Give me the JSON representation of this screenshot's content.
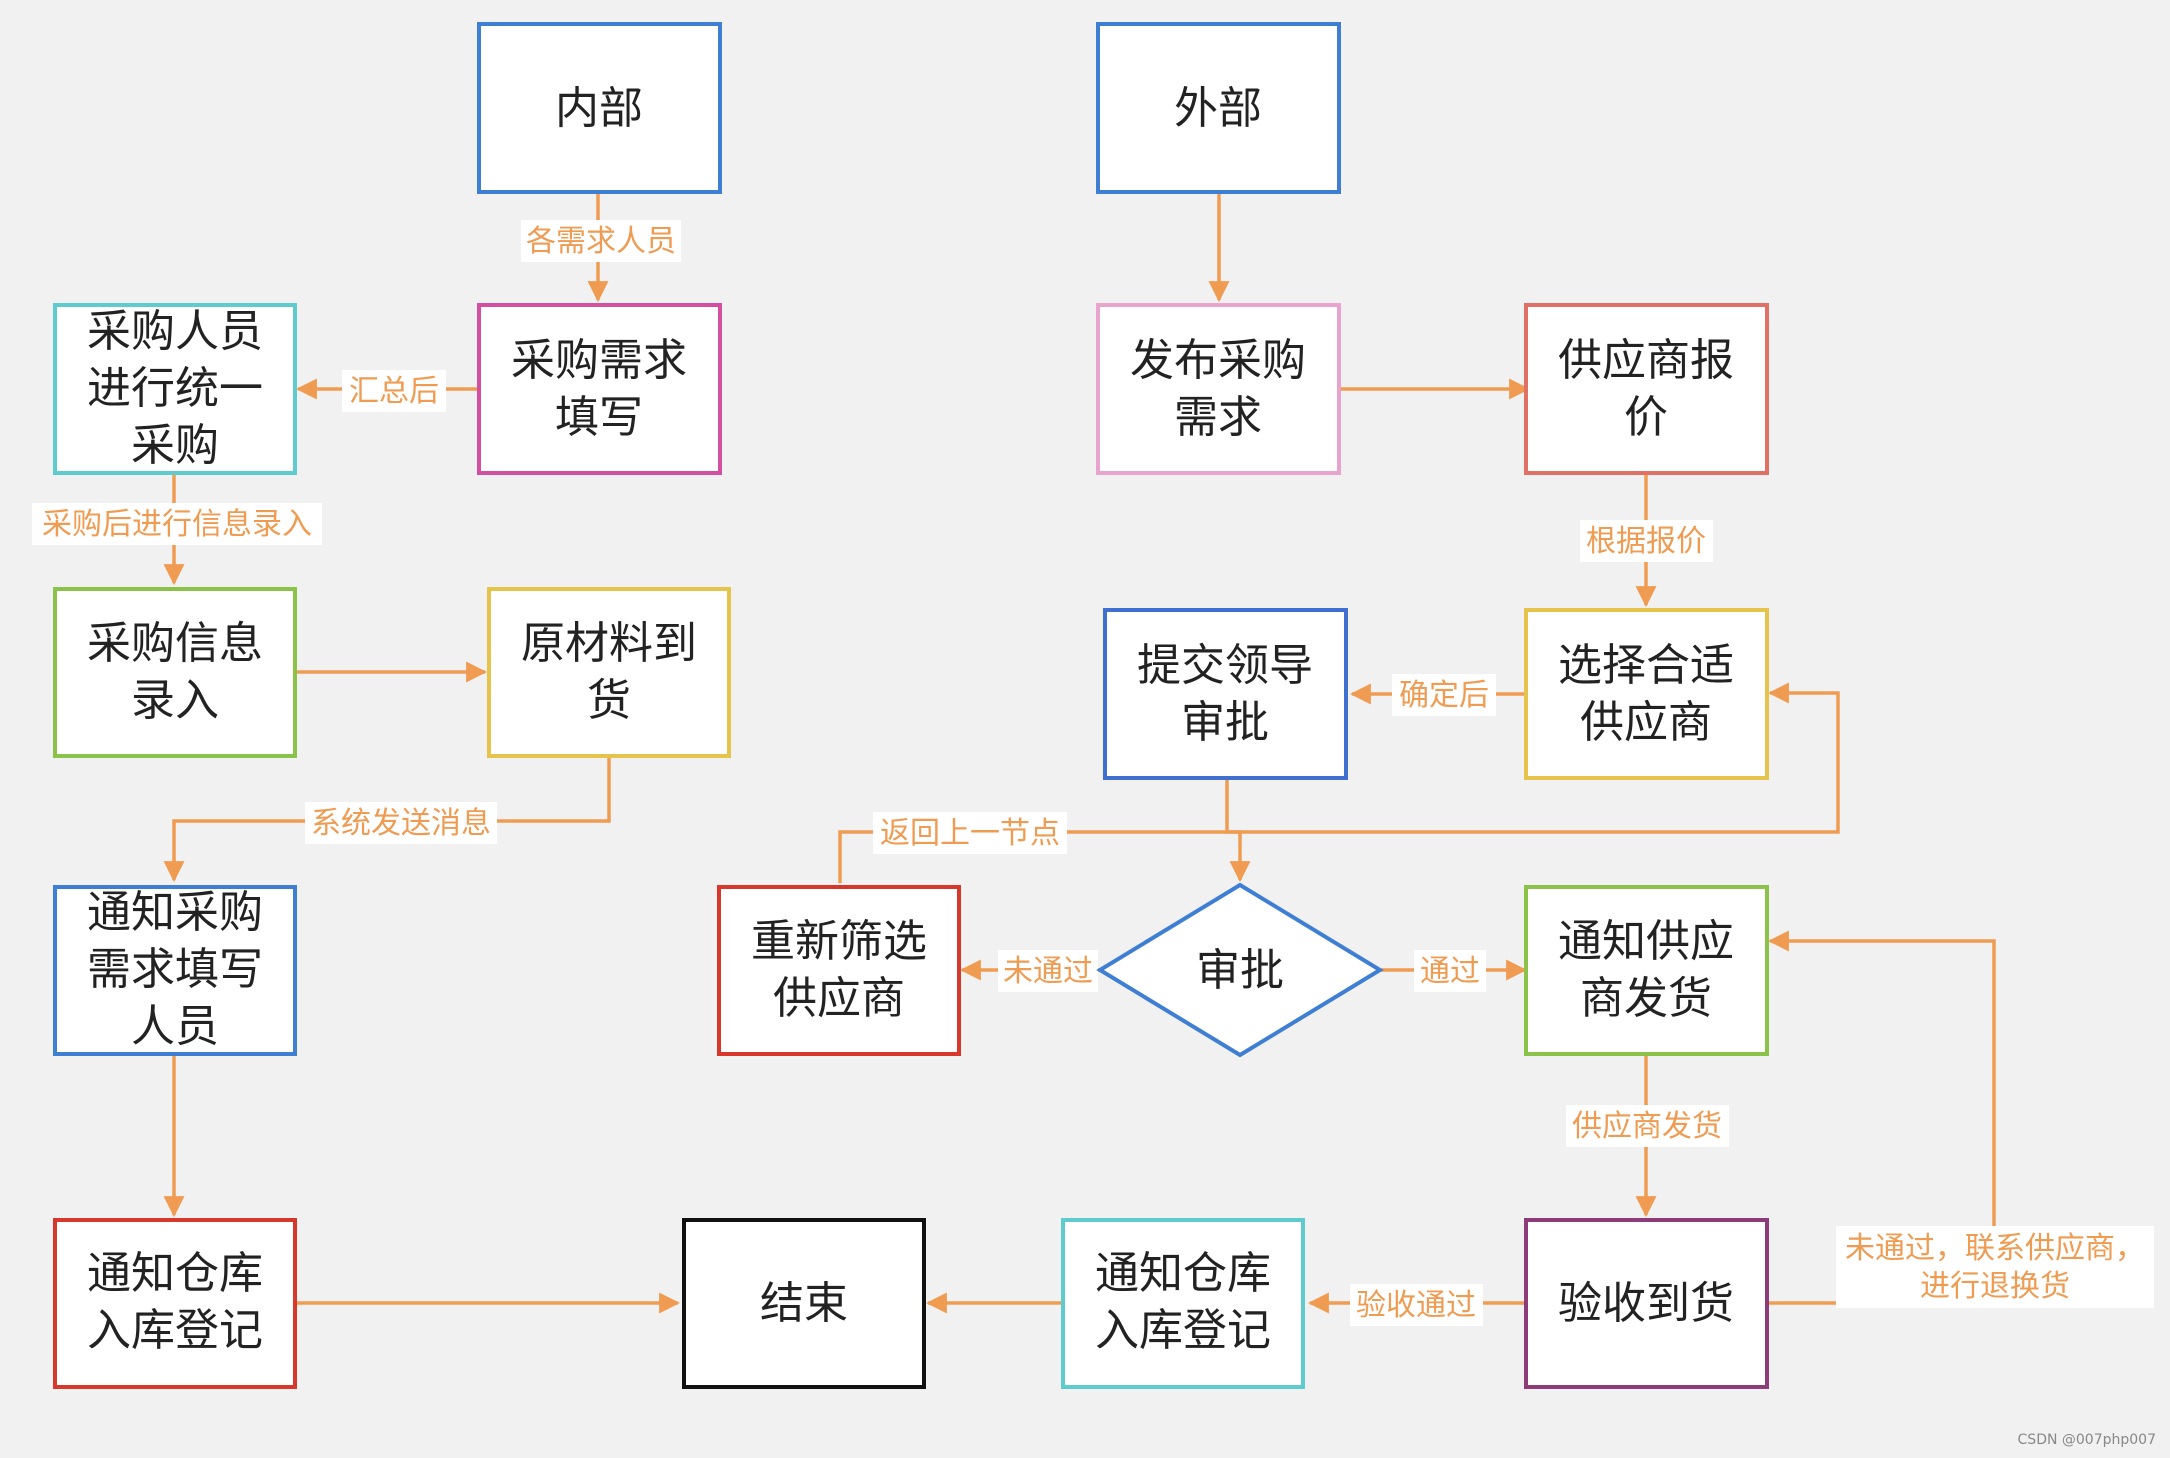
{
  "nodes": {
    "internal": {
      "lines": [
        "内部"
      ],
      "color": "#3f7fd3"
    },
    "external": {
      "lines": [
        "外部"
      ],
      "color": "#3f7fd3"
    },
    "fill_request": {
      "lines": [
        "采购需求",
        "填写"
      ],
      "color": "#d44fa0"
    },
    "unified_buy": {
      "lines": [
        "采购人员",
        "进行统一",
        "采购"
      ],
      "color": "#5ecbcf"
    },
    "publish_request": {
      "lines": [
        "发布采购",
        "需求"
      ],
      "color": "#e9a3cf"
    },
    "supplier_quote": {
      "lines": [
        "供应商报",
        "价"
      ],
      "color": "#e17165"
    },
    "info_entry": {
      "lines": [
        "采购信息",
        "录入"
      ],
      "color": "#8bc34a"
    },
    "material_arrive": {
      "lines": [
        "原材料到",
        "货"
      ],
      "color": "#e6c34a"
    },
    "submit_leader": {
      "lines": [
        "提交领导",
        "审批"
      ],
      "color": "#3f6fcf"
    },
    "choose_supplier": {
      "lines": [
        "选择合适",
        "供应商"
      ],
      "color": "#e6c34a"
    },
    "notify_requester": {
      "lines": [
        "通知采购",
        "需求填写",
        "人员"
      ],
      "color": "#3f7fd3"
    },
    "reselect": {
      "lines": [
        "重新筛选",
        "供应商"
      ],
      "color": "#d8372c"
    },
    "approve": {
      "lines": [
        "审批"
      ],
      "color": "#3f7fd3"
    },
    "notify_ship": {
      "lines": [
        "通知供应",
        "商发货"
      ],
      "color": "#8bc34a"
    },
    "warehouse_left": {
      "lines": [
        "通知仓库",
        "入库登记"
      ],
      "color": "#d8372c"
    },
    "end": {
      "lines": [
        "结束"
      ],
      "color": "#111111"
    },
    "warehouse_right": {
      "lines": [
        "通知仓库",
        "入库登记"
      ],
      "color": "#5ecbcf"
    },
    "inspect": {
      "lines": [
        "验收到货"
      ],
      "color": "#8e3b7a"
    }
  },
  "edge_labels": {
    "each_requester": "各需求人员",
    "after_summary": "汇总后",
    "after_buy_entry": "采购后进行信息录入",
    "by_quote": "根据报价",
    "after_confirm": "确定后",
    "system_message": "系统发送消息",
    "back_prev_node": "返回上一节点",
    "not_passed": "未通过",
    "passed": "通过",
    "supplier_ships": "供应商发货",
    "inspect_passed": "验收通过",
    "reject_contact": [
      "未通过，联系供应商，",
      "进行退换货"
    ]
  },
  "colors": {
    "edge": "#ef9c52",
    "background": "#f1f1f1"
  },
  "watermark": "CSDN @007php007"
}
